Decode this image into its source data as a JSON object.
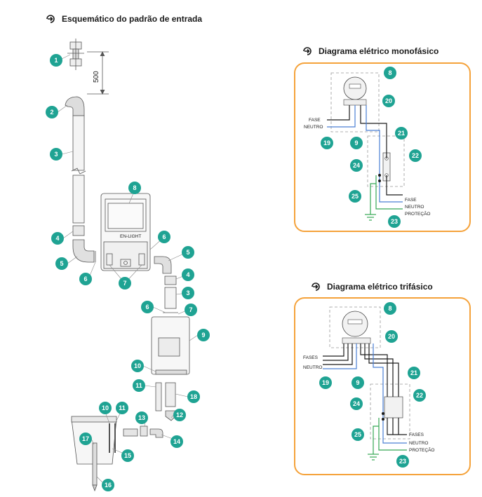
{
  "headings": {
    "left": "Esquemático do padrão de entrada",
    "mono": "Diagrama elétrico monofásico",
    "tri": "Diagrama elétrico trifásico"
  },
  "dimension": "500",
  "meter_text": "EN-LIGHT",
  "mono_labels": {
    "fase": "FASE",
    "neutro": "NEUTRO",
    "fase_out": "FASE",
    "neutro_out": "NEUTRO",
    "protecao": "PROTEÇÃO"
  },
  "tri_labels": {
    "fases": "FASES",
    "neutro": "NEUTRO",
    "fases_out": "FASES",
    "neutro_out": "NEUTRO",
    "protecao": "PROTEÇÃO"
  },
  "colors": {
    "teal": "#1fa393",
    "orange": "#f5a23a",
    "blue": "#4a7fd4",
    "green": "#35a853",
    "black": "#1a1a1a"
  },
  "icons": [
    "arrow-bullet-icon"
  ]
}
